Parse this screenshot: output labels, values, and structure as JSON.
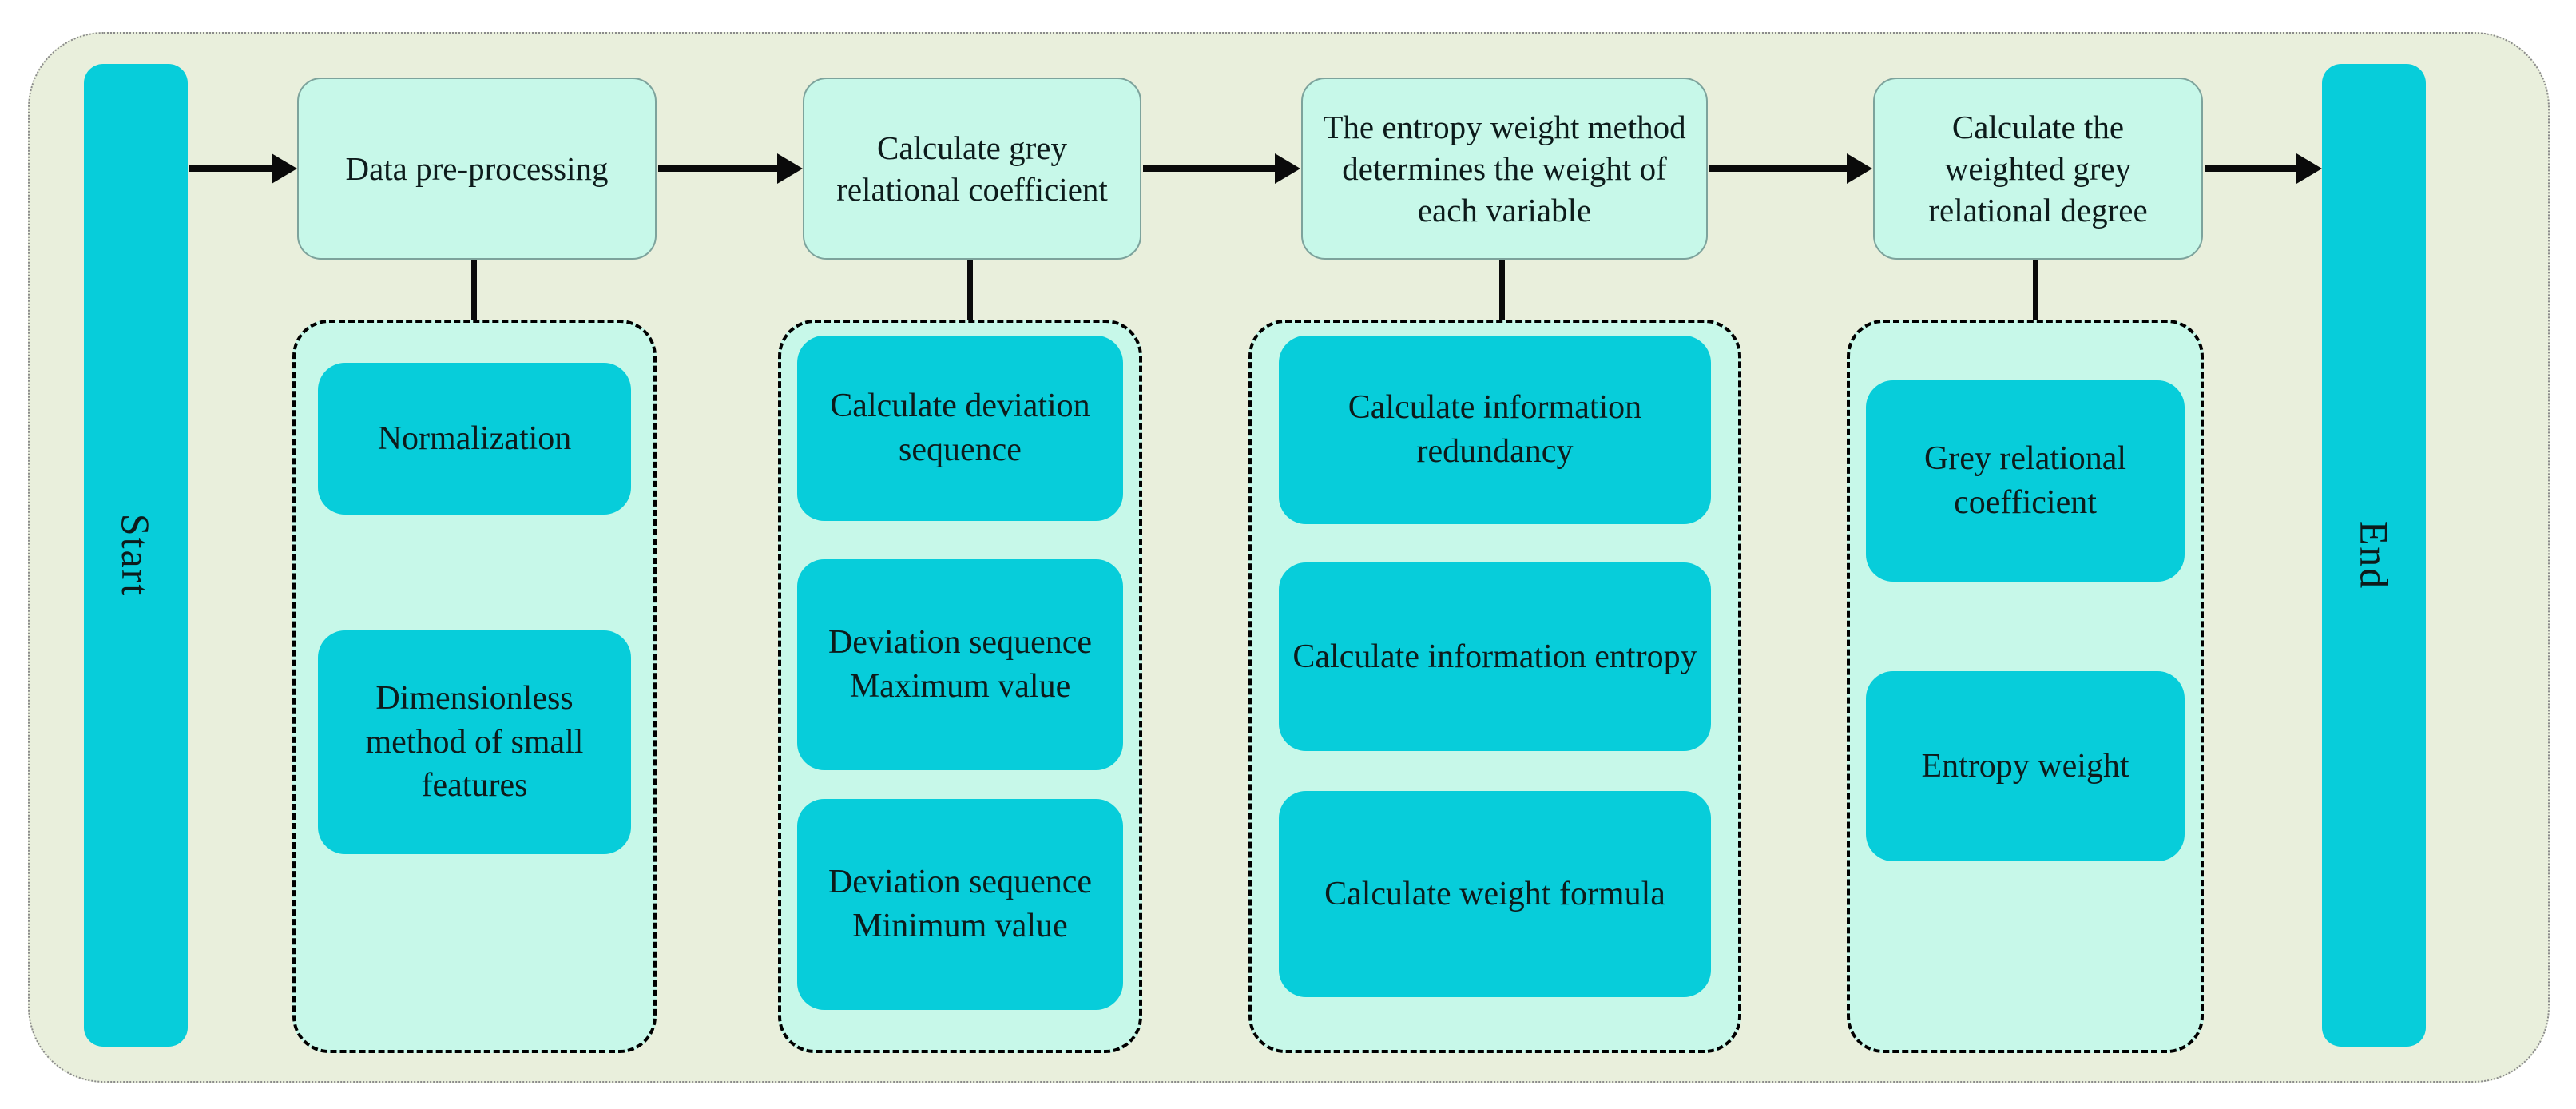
{
  "diagram": {
    "start_label": "Start",
    "end_label": "End",
    "columns": [
      {
        "title": "Data pre-processing",
        "steps": [
          "Normalization",
          "Dimensionless method of small features"
        ]
      },
      {
        "title": "Calculate grey relational coefficient",
        "steps": [
          "Calculate deviation sequence",
          "Deviation sequence Maximum value",
          "Deviation sequence Minimum value"
        ]
      },
      {
        "title": "The entropy weight method determines the weight of each variable",
        "steps": [
          "Calculate information redundancy",
          "Calculate information entropy",
          "Calculate weight formula"
        ]
      },
      {
        "title": "Calculate the weighted grey relational degree",
        "steps": [
          "Grey relational coefficient",
          "Entropy weight"
        ]
      }
    ],
    "colors": {
      "node_cyan": "#07cdda",
      "node_mint": "#c7f8e9",
      "canvas_background": "#e9efdc",
      "line_black": "#0a0a0a"
    }
  }
}
